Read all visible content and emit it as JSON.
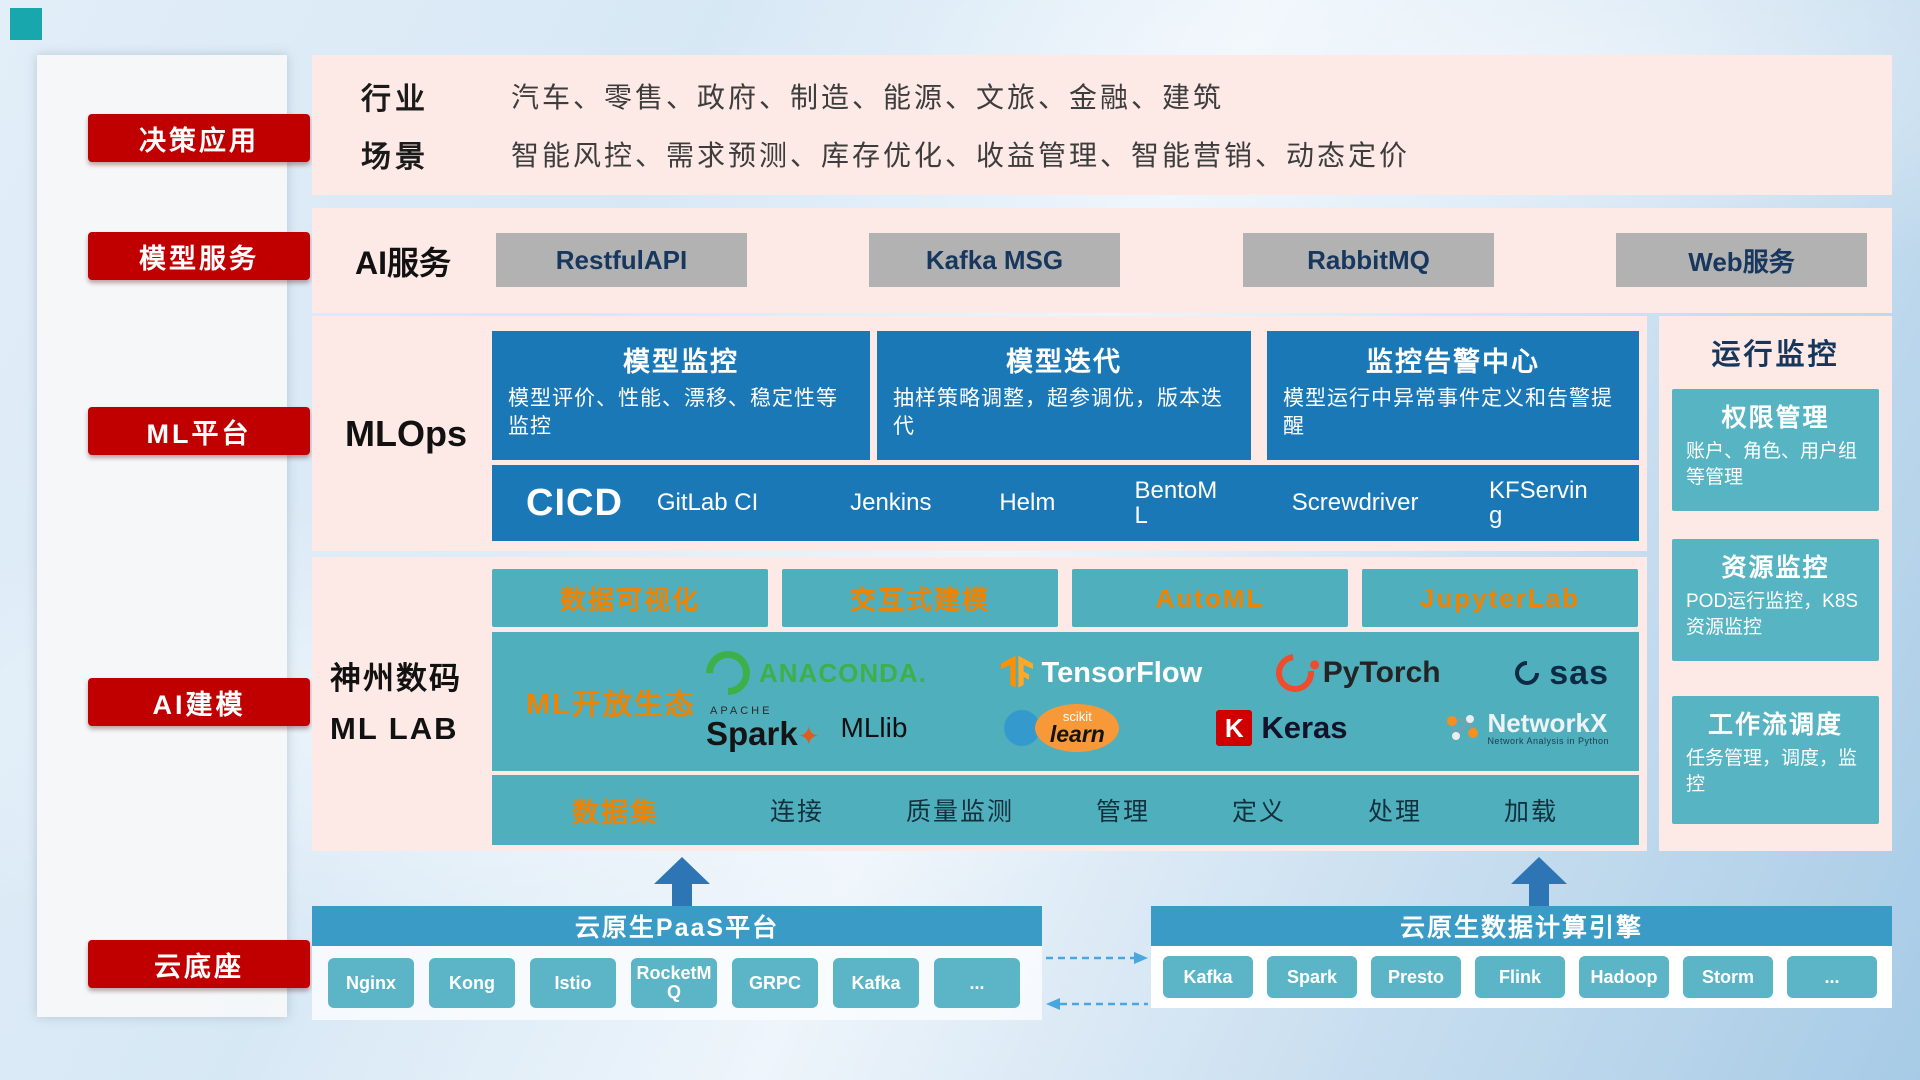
{
  "sidebar": {
    "items": [
      "决策应用",
      "模型服务",
      "ML平台",
      "AI建模",
      "云底座"
    ]
  },
  "app_layer": {
    "rows": [
      {
        "label": "行业",
        "value": "汽车、零售、政府、制造、能源、文旅、金融、建筑"
      },
      {
        "label": "场景",
        "value": "智能风控、需求预测、库存优化、收益管理、智能营销、动态定价"
      }
    ]
  },
  "service_layer": {
    "label": "AI服务",
    "buttons": [
      "RestfulAPI",
      "Kafka MSG",
      "RabbitMQ",
      "Web服务"
    ]
  },
  "mlops": {
    "label": "MLOps",
    "cards": [
      {
        "title": "模型监控",
        "desc": "模型评价、性能、漂移、稳定性等监控"
      },
      {
        "title": "模型迭代",
        "desc": "抽样策略调整，超参调优，版本迭代"
      },
      {
        "title": "监控告警中心",
        "desc": "模型运行中异常事件定义和告警提醒"
      }
    ],
    "cicd_label": "CICD",
    "cicd_tools": [
      "GitLab CI",
      "Jenkins",
      "Helm",
      "BentoML",
      "Screwdriver",
      "KFServing"
    ]
  },
  "monitoring": {
    "title": "运行监控",
    "cards": [
      {
        "title": "权限管理",
        "desc": "账户、角色、用户组等管理"
      },
      {
        "title": "资源监控",
        "desc": "POD运行监控，K8S资源监控"
      },
      {
        "title": "工作流调度",
        "desc": "任务管理，调度，监控"
      }
    ]
  },
  "mllab": {
    "name_line1": "神州数码",
    "name_line2": "ML LAB",
    "tool_buttons": [
      "数据可视化",
      "交互式建模",
      "AutoML",
      "JupyterLab"
    ],
    "ecosystem_label": "ML开放生态",
    "logos": {
      "anaconda": {
        "text": "ANACONDA."
      },
      "tensorflow": {
        "text": "TensorFlow"
      },
      "pytorch": {
        "text": "PyTorch"
      },
      "sas": {
        "text": "sas"
      },
      "spark": {
        "apache": "APACHE",
        "text": "Spark",
        "lib": "MLlib"
      },
      "sklearn": {
        "scikit": "scikit",
        "text": "learn"
      },
      "keras": {
        "letter": "K",
        "text": "Keras"
      },
      "networkx": {
        "text": "NetworkX",
        "subtitle": "Network Analysis in Python"
      }
    },
    "dataset": {
      "label": "数据集",
      "items": [
        "连接",
        "质量监测",
        "管理",
        "定义",
        "处理",
        "加载"
      ]
    }
  },
  "cloud_base": {
    "paas": {
      "title": "云原生PaaS平台",
      "items": [
        "Nginx",
        "Kong",
        "Istio",
        "RocketMQ",
        "GRPC",
        "Kafka",
        "..."
      ]
    },
    "engine": {
      "title": "云原生数据计算引擎",
      "items": [
        "Kafka",
        "Spark",
        "Presto",
        "Flink",
        "Hadoop",
        "Storm",
        "..."
      ]
    }
  },
  "colors": {
    "accent_red": "#c00000",
    "panel_pink": "#fdeae6",
    "primary_blue": "#1b78b7",
    "teal": "#4fafbd",
    "teal_light": "#57b4c2",
    "orange_accent": "#f08300",
    "header_blue": "#3a9cc6",
    "arrow_blue": "#2e75b6",
    "gray_button": "#b2b2b2"
  }
}
